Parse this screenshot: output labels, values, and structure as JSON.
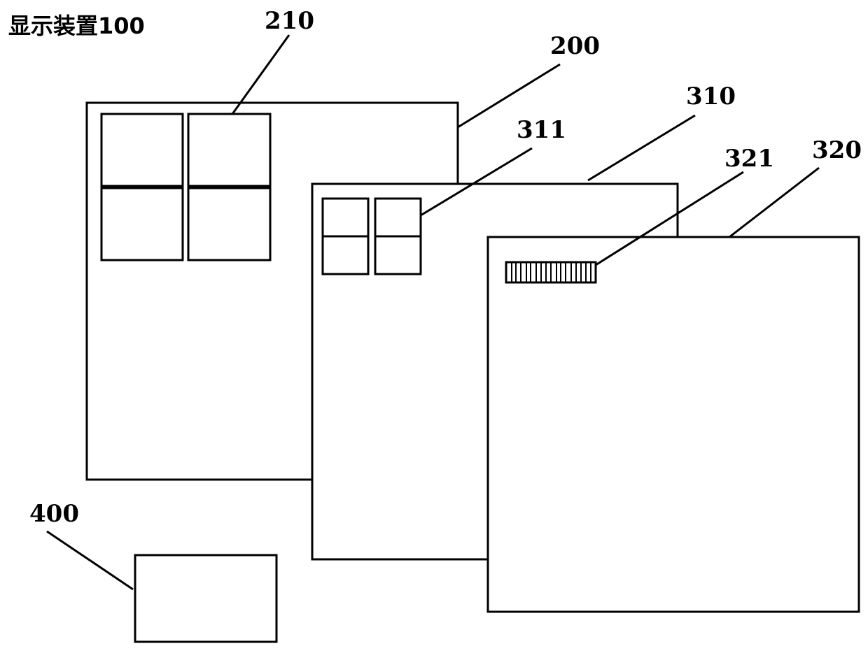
{
  "title": "显示装置100",
  "labels": {
    "panel_200": "200",
    "grid_210": "210",
    "panel_310": "310",
    "grid_311": "311",
    "panel_320": "320",
    "bar_321": "321",
    "box_400": "400"
  },
  "colors": {
    "stroke": "#000000",
    "background": "#ffffff"
  }
}
